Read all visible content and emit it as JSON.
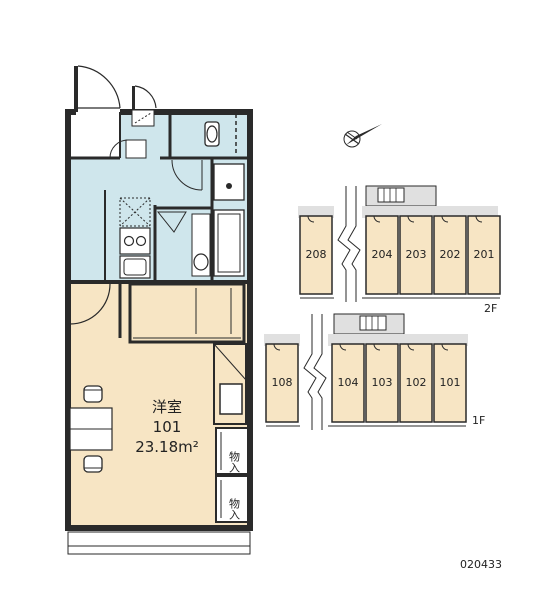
{
  "room": {
    "type_label": "洋室",
    "number": "101",
    "area": "23.18m²"
  },
  "storage_labels": [
    "物入",
    "物入"
  ],
  "buildings": {
    "second_floor": {
      "floor_label": "2F",
      "units": [
        "208",
        "204",
        "203",
        "202",
        "201"
      ]
    },
    "first_floor": {
      "floor_label": "1F",
      "units": [
        "108",
        "104",
        "103",
        "102",
        "101"
      ]
    }
  },
  "plan_code": "020433",
  "icons": [
    "compass-north-arrow-icon",
    "toilet-icon",
    "washing-machine-pan-icon",
    "stove-burner-icon",
    "kitchen-sink-icon",
    "bathtub-icon",
    "washbasin-icon",
    "chair-icon",
    "table-icon",
    "door-swing-icon"
  ],
  "colors": {
    "wet_area": "#cfe6ec",
    "living_area": "#f7e5c4",
    "wall": "#2a2a2a",
    "highlight_unit": "#f7e5c4"
  }
}
